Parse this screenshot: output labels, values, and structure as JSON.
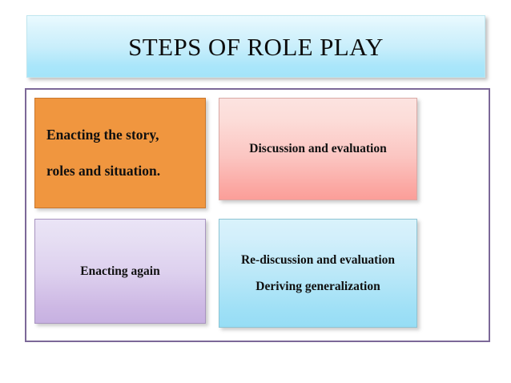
{
  "slide": {
    "title": "STEPS OF ROLE PLAY",
    "background_color": "#ffffff",
    "frame_border_color": "#7c6898"
  },
  "boxes": [
    {
      "id": "enacting-story",
      "fill": "#f0963f",
      "lines": [
        "Enacting the story,",
        "roles and situation."
      ],
      "align": "left"
    },
    {
      "id": "discussion",
      "fill": "#fbc5c1",
      "lines": [
        "Discussion and evaluation"
      ],
      "align": "center"
    },
    {
      "id": "enacting-again",
      "fill": "#ddd0ee",
      "lines": [
        "Enacting again"
      ],
      "align": "center"
    },
    {
      "id": "rediscussion",
      "fill": "#bbe8f8",
      "lines": [
        "Re-discussion and evaluation",
        "Deriving generalization"
      ],
      "align": "center"
    }
  ]
}
